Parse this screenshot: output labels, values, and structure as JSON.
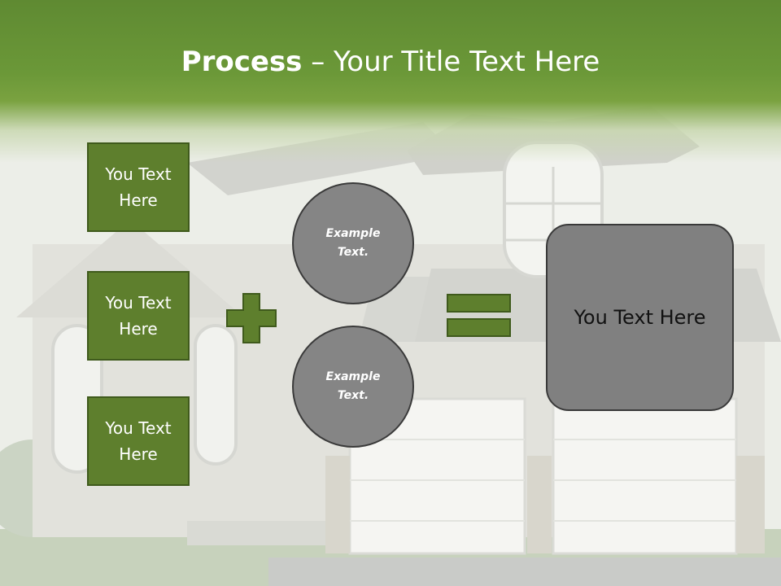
{
  "slide": {
    "title_bold": "Process",
    "title_rest": " – Your Title Text Here",
    "boxes": [
      {
        "label": "You Text Here"
      },
      {
        "label": "You Text Here"
      },
      {
        "label": "You Text Here"
      }
    ],
    "circles": [
      {
        "label": "Example Text."
      },
      {
        "label": "Example Text."
      }
    ],
    "result": {
      "label": "You Text Here"
    },
    "colors": {
      "header_green": "#6b9838",
      "box_green": "#5e7f2d",
      "circle_gray": "#858585",
      "result_gray": "#808080"
    }
  }
}
